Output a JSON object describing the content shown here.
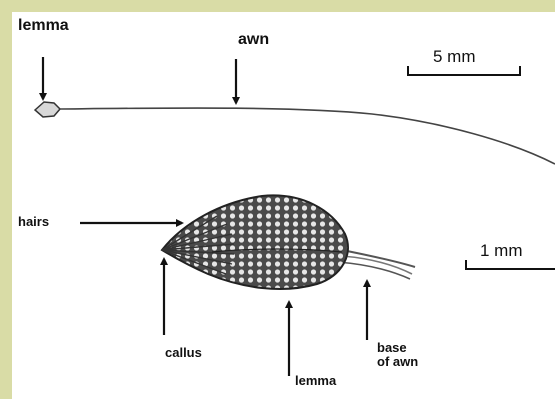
{
  "background_color": "#d9dca6",
  "labels": {
    "lemma_top": "lemma",
    "awn": "awn",
    "scale_top": "5 mm",
    "hairs": "hairs",
    "scale_bottom": "1 mm",
    "callus": "callus",
    "lemma_bottom": "lemma",
    "base_of_awn": "base\nof awn"
  }
}
